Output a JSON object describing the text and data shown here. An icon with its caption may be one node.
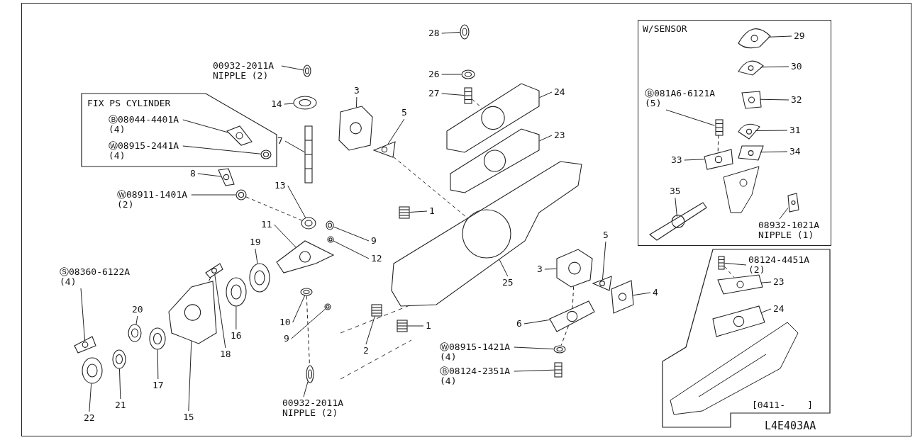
{
  "diagram": {
    "nodes": [
      {
        "text": [
          "FIX PS CYLINDER"
        ]
      },
      {
        "text": [
          "Ⓑ08044-4401A (4)"
        ],
        "in": 0
      },
      {
        "text": [
          "Ⓦ08915-2441A (4)"
        ],
        "in": 0
      },
      {
        "text": [
          "00932-2011A NIPPLE (2)"
        ]
      },
      {
        "text": [
          "14"
        ]
      },
      {
        "text": [
          "7"
        ]
      },
      {
        "text": [
          "8"
        ]
      },
      {
        "text": [
          "Ⓦ08911-1401A (2)"
        ]
      },
      {
        "text": [
          "13"
        ]
      },
      {
        "text": [
          "3"
        ]
      },
      {
        "text": [
          "5"
        ]
      },
      {
        "text": [
          "28"
        ]
      },
      {
        "text": [
          "26"
        ]
      },
      {
        "text": [
          "27"
        ]
      },
      {
        "text": [
          "24"
        ]
      },
      {
        "text": [
          "23"
        ]
      },
      {
        "text": [
          "1"
        ]
      },
      {
        "text": [
          "9"
        ]
      },
      {
        "text": [
          "12"
        ]
      },
      {
        "text": [
          "11"
        ]
      },
      {
        "text": [
          "19"
        ]
      },
      {
        "text": [
          "Ⓢ08360-6122A (4)"
        ]
      },
      {
        "text": [
          "20"
        ]
      },
      {
        "text": [
          "10"
        ]
      },
      {
        "text": [
          "9"
        ]
      },
      {
        "text": [
          "16"
        ]
      },
      {
        "text": [
          "18"
        ]
      },
      {
        "text": [
          "2"
        ]
      },
      {
        "text": [
          "1"
        ]
      },
      {
        "text": [
          "25"
        ]
      },
      {
        "text": [
          "3"
        ]
      },
      {
        "text": [
          "5"
        ]
      },
      {
        "text": [
          "4"
        ]
      },
      {
        "text": [
          "6"
        ]
      },
      {
        "text": [
          "Ⓦ08915-1421A (4)"
        ]
      },
      {
        "text": [
          "Ⓑ08124-2351A (4)"
        ]
      },
      {
        "text": [
          "00932-2011A NIPPLE (2)"
        ]
      },
      {
        "text": [
          "17"
        ]
      },
      {
        "text": [
          "21"
        ]
      },
      {
        "text": [
          "22"
        ]
      },
      {
        "text": [
          "15"
        ]
      },
      {
        "text": [
          "W/SENSOR"
        ]
      },
      {
        "text": [
          "29"
        ],
        "in": 41
      },
      {
        "text": [
          "30"
        ],
        "in": 41
      },
      {
        "text": [
          "32"
        ],
        "in": 41
      },
      {
        "text": [
          "Ⓑ081A6-6121A (5)"
        ],
        "in": 41
      },
      {
        "text": [
          "31"
        ],
        "in": 41
      },
      {
        "text": [
          "34"
        ],
        "in": 41
      },
      {
        "text": [
          "33"
        ],
        "in": 41
      },
      {
        "text": [
          "35"
        ],
        "in": 41
      },
      {
        "text": [
          "08932-1021A NIPPLE (1)"
        ],
        "in": 41
      },
      {
        "text": [
          "[0411-    ]"
        ]
      },
      {
        "text": [
          "08124-4451A (2)"
        ],
        "in": 51
      },
      {
        "text": [
          "23"
        ],
        "in": 51
      },
      {
        "text": [
          "24"
        ],
        "in": 51
      },
      {
        "text": [],
        "shape": "picture",
        "in": 0
      },
      {
        "text": [],
        "shape": "picture",
        "in": 0
      },
      {
        "text": [],
        "shape": "picture"
      },
      {
        "text": [],
        "shape": "picture"
      },
      {
        "text": [],
        "shape": "picture"
      },
      {
        "text": [],
        "shape": "picture"
      },
      {
        "text": [],
        "shape": "picture"
      },
      {
        "text": [],
        "shape": "picture"
      },
      {
        "text": [],
        "shape": "picture"
      },
      {
        "text": [],
        "shape": "picture"
      },
      {
        "text": [],
        "shape": "picture"
      },
      {
        "text": [],
        "shape": "picture"
      },
      {
        "text": [],
        "shape": "picture"
      },
      {
        "text": [],
        "shape": "picture"
      },
      {
        "text": [],
        "shape": "picture"
      },
      {
        "text": [],
        "shape": "picture"
      },
      {
        "text": [],
        "shape": "picture"
      },
      {
        "text": [],
        "shape": "picture"
      },
      {
        "text": [],
        "shape": "picture"
      },
      {
        "text": [],
        "shape": "picture"
      },
      {
        "text": [],
        "shape": "picture"
      },
      {
        "text": [],
        "shape": "picture"
      },
      {
        "text": [],
        "shape": "picture"
      },
      {
        "text": [],
        "shape": "picture"
      },
      {
        "text": [],
        "shape": "picture"
      },
      {
        "text": [],
        "shape": "picture"
      },
      {
        "text": [],
        "shape": "picture"
      },
      {
        "text": [],
        "shape": "picture"
      },
      {
        "text": [],
        "shape": "picture"
      },
      {
        "text": [],
        "shape": "picture"
      },
      {
        "text": [],
        "shape": "picture"
      },
      {
        "text": [],
        "shape": "picture"
      },
      {
        "text": [],
        "shape": "picture"
      },
      {
        "text": [],
        "shape": "picture"
      },
      {
        "text": [],
        "shape": "picture"
      },
      {
        "text": [],
        "shape": "picture"
      },
      {
        "text": [],
        "shape": "picture"
      },
      {
        "text": [],
        "shape": "picture"
      },
      {
        "text": [],
        "shape": "picture"
      },
      {
        "text": [],
        "shape": "picture"
      },
      {
        "text": [],
        "shape": "picture",
        "in": 41
      },
      {
        "text": [],
        "shape": "picture",
        "in": 41
      },
      {
        "text": [],
        "shape": "picture",
        "in": 41
      },
      {
        "text": [],
        "shape": "picture",
        "in": 41
      },
      {
        "text": [],
        "shape": "picture",
        "in": 41
      },
      {
        "text": [],
        "shape": "picture",
        "in": 41
      },
      {
        "text": [],
        "shape": "picture",
        "in": 41
      },
      {
        "text": [],
        "shape": "picture",
        "in": 41
      },
      {
        "text": [],
        "shape": "picture",
        "in": 41
      },
      {
        "text": [],
        "shape": "picture",
        "in": 51
      },
      {
        "text": [],
        "shape": "picture",
        "in": 51
      },
      {
        "text": [],
        "shape": "picture",
        "in": 51
      }
    ],
    "edges": [
      {
        "from": 1,
        "to": 55,
        "arrow": "none"
      },
      {
        "from": 2,
        "to": 56,
        "arrow": "none"
      },
      {
        "from": 3,
        "to": 57,
        "arrow": "none"
      },
      {
        "from": 4,
        "to": 58,
        "arrow": "none"
      },
      {
        "from": 5,
        "to": 59,
        "arrow": "none"
      },
      {
        "from": 6,
        "to": 60,
        "arrow": "none"
      },
      {
        "from": 7,
        "to": 61,
        "arrow": "none"
      },
      {
        "from": 8,
        "to": 62,
        "arrow": "none"
      },
      {
        "from": 9,
        "to": 63,
        "arrow": "none"
      },
      {
        "from": 10,
        "to": 64,
        "arrow": "none"
      },
      {
        "from": 11,
        "to": 65,
        "arrow": "none"
      },
      {
        "from": 12,
        "to": 66,
        "arrow": "none"
      },
      {
        "from": 13,
        "to": 67,
        "arrow": "none"
      },
      {
        "from": 14,
        "to": 68,
        "arrow": "none"
      },
      {
        "from": 15,
        "to": 69,
        "arrow": "none"
      },
      {
        "from": 16,
        "to": 70,
        "arrow": "none"
      },
      {
        "from": 17,
        "to": 71,
        "arrow": "none"
      },
      {
        "from": 18,
        "to": 72,
        "arrow": "none"
      },
      {
        "from": 19,
        "to": 73,
        "arrow": "none"
      },
      {
        "from": 20,
        "to": 74,
        "arrow": "none"
      },
      {
        "from": 21,
        "to": 75,
        "arrow": "none"
      },
      {
        "from": 22,
        "to": 76,
        "arrow": "none"
      },
      {
        "from": 23,
        "to": 77,
        "arrow": "none"
      },
      {
        "from": 24,
        "to": 78,
        "arrow": "none"
      },
      {
        "from": 25,
        "to": 79,
        "arrow": "none"
      },
      {
        "from": 26,
        "to": 80,
        "arrow": "none"
      },
      {
        "from": 27,
        "to": 81,
        "arrow": "none"
      },
      {
        "from": 28,
        "to": 82,
        "arrow": "none"
      },
      {
        "from": 29,
        "to": 83,
        "arrow": "none"
      },
      {
        "from": 30,
        "to": 84,
        "arrow": "none"
      },
      {
        "from": 31,
        "to": 85,
        "arrow": "none"
      },
      {
        "from": 32,
        "to": 86,
        "arrow": "none"
      },
      {
        "from": 33,
        "to": 87,
        "arrow": "none"
      },
      {
        "from": 34,
        "to": 88,
        "arrow": "none"
      },
      {
        "from": 35,
        "to": 89,
        "arrow": "none"
      },
      {
        "from": 36,
        "to": 90,
        "arrow": "none"
      },
      {
        "from": 37,
        "to": 91,
        "arrow": "none"
      },
      {
        "from": 38,
        "to": 92,
        "arrow": "none"
      },
      {
        "from": 39,
        "to": 93,
        "arrow": "none"
      },
      {
        "from": 40,
        "to": 94,
        "arrow": "none"
      },
      {
        "from": 42,
        "to": 95,
        "arrow": "none"
      },
      {
        "from": 43,
        "to": 96,
        "arrow": "none"
      },
      {
        "from": 44,
        "to": 97,
        "arrow": "none"
      },
      {
        "from": 45,
        "to": 98,
        "arrow": "none"
      },
      {
        "from": 46,
        "to": 99,
        "arrow": "none"
      },
      {
        "from": 47,
        "to": 100,
        "arrow": "none"
      },
      {
        "from": 48,
        "to": 101,
        "arrow": "none"
      },
      {
        "from": 49,
        "to": 102,
        "arrow": "none"
      },
      {
        "from": 50,
        "to": 103,
        "arrow": "none"
      },
      {
        "from": 52,
        "to": 104,
        "arrow": "none"
      },
      {
        "from": 53,
        "to": 105,
        "arrow": "none"
      },
      {
        "from": 54,
        "to": 106,
        "arrow": "none"
      },
      {
        "from": 61,
        "to": 62,
        "arrow": "none",
        "style": "dashed"
      },
      {
        "from": 64,
        "to": 83,
        "arrow": "none",
        "style": "dashed"
      },
      {
        "from": 67,
        "to": 68,
        "arrow": "none",
        "style": "dashed"
      },
      {
        "from": 77,
        "to": 90,
        "arrow": "none",
        "style": "dashed"
      },
      {
        "from": 80,
        "to": 94,
        "arrow": "none",
        "style": "dashed"
      },
      {
        "from": 84,
        "to": 87,
        "arrow": "none",
        "style": "dashed"
      },
      {
        "from": 87,
        "to": 88,
        "arrow": "none",
        "style": "dashed"
      },
      {
        "from": 98,
        "to": 101,
        "arrow": "none",
        "style": "dashed"
      },
      {
        "from": 104,
        "to": 105,
        "arrow": "none",
        "style": "dashed"
      }
    ],
    "labels": [
      "L4E403AA"
    ]
  }
}
